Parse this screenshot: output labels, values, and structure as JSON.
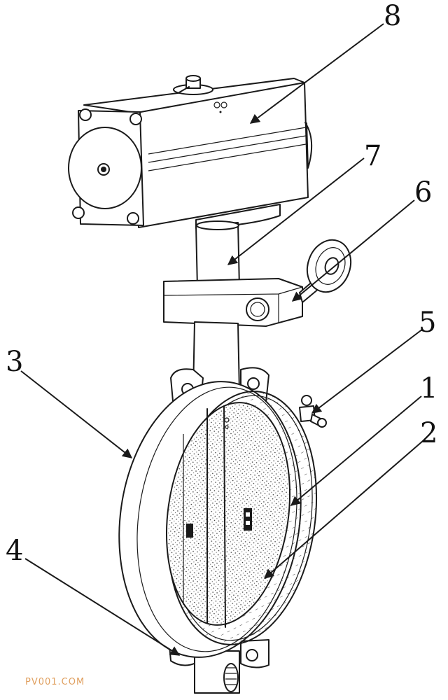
{
  "callouts": [
    {
      "id": "1",
      "label": "1"
    },
    {
      "id": "2",
      "label": "2"
    },
    {
      "id": "3",
      "label": "3"
    },
    {
      "id": "4",
      "label": "4"
    },
    {
      "id": "5",
      "label": "5"
    },
    {
      "id": "6",
      "label": "6"
    },
    {
      "id": "7",
      "label": "7"
    },
    {
      "id": "8",
      "label": "8"
    }
  ],
  "watermark": "PV001.COM",
  "colors": {
    "line": "#1a1a1a",
    "watermark": "#e0a060"
  }
}
